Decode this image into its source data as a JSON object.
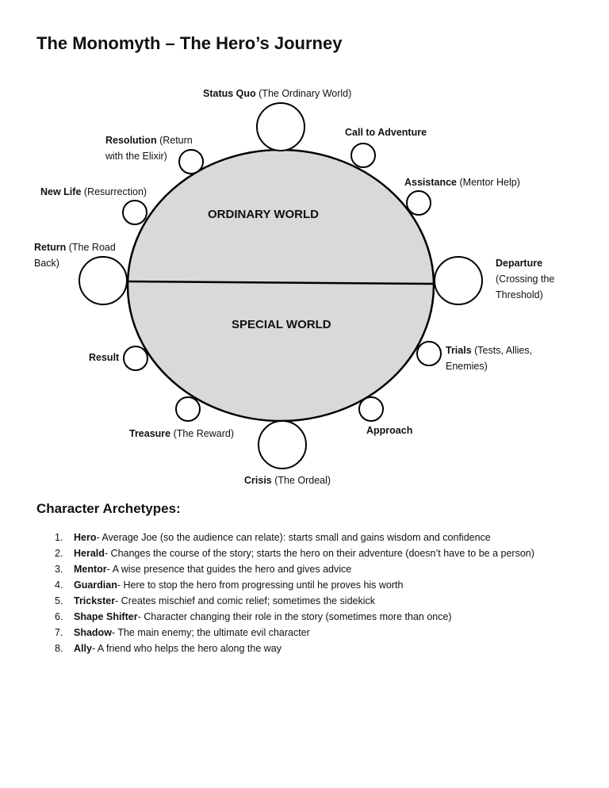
{
  "title": "The Monomyth – The Hero’s Journey",
  "worlds": {
    "ordinary": "ORDINARY WORLD",
    "special": "SPECIAL WORLD"
  },
  "stages": [
    {
      "id": "status-quo",
      "name": "Status Quo",
      "detail": " (The Ordinary World)"
    },
    {
      "id": "call-to-adventure",
      "name": "Call to Adventure",
      "detail": ""
    },
    {
      "id": "assistance",
      "name": "Assistance",
      "detail": " (Mentor Help)"
    },
    {
      "id": "departure",
      "name": "Departure",
      "detail": "(Crossing the Threshold)"
    },
    {
      "id": "trials",
      "name": "Trials",
      "detail": " (Tests, Allies, Enemies)"
    },
    {
      "id": "approach",
      "name": "Approach",
      "detail": ""
    },
    {
      "id": "crisis",
      "name": "Crisis",
      "detail": " (The Ordeal)"
    },
    {
      "id": "treasure",
      "name": "Treasure",
      "detail": " (The Reward)"
    },
    {
      "id": "result",
      "name": "Result",
      "detail": ""
    },
    {
      "id": "return",
      "name": "Return",
      "detail": " (The Road Back)"
    },
    {
      "id": "new-life",
      "name": "New Life",
      "detail": " (Resurrection)"
    },
    {
      "id": "resolution",
      "name": "Resolution",
      "detail": " (Return with the Elixir)"
    }
  ],
  "archetypes": {
    "heading": "Character Archetypes:",
    "items": [
      {
        "num": "1.",
        "name": "Hero",
        "desc": "- Average Joe (so the audience can relate): starts small and gains wisdom and confidence"
      },
      {
        "num": "2.",
        "name": "Herald",
        "desc": "- Changes the course of the story; starts the hero on their adventure (doesn’t have to be a person)"
      },
      {
        "num": "3.",
        "name": "Mentor",
        "desc": "- A wise presence that guides the hero and gives advice"
      },
      {
        "num": "4.",
        "name": "Guardian",
        "desc": "- Here to stop the hero from progressing until he proves his worth"
      },
      {
        "num": "5.",
        "name": "Trickster",
        "desc": "- Creates mischief and comic relief; sometimes the sidekick"
      },
      {
        "num": "6.",
        "name": "Shape Shifter",
        "desc": "- Character changing their role in the story (sometimes more than once)"
      },
      {
        "num": "7.",
        "name": "Shadow",
        "desc": "- The main enemy; the ultimate evil character"
      },
      {
        "num": "8.",
        "name": "Ally",
        "desc": "- A friend who helps the  hero along the way"
      }
    ]
  }
}
